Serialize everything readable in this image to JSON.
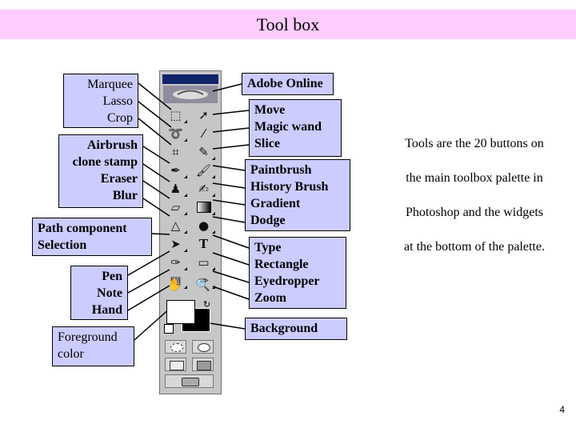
{
  "title": "Tool box",
  "left_labels": {
    "marquee_group": [
      "Marquee",
      "Lasso",
      "Crop"
    ],
    "airbrush_group": [
      "Airbrush",
      "clone stamp",
      "Eraser",
      "Blur"
    ],
    "path_group": [
      "Path component",
      "Selection"
    ],
    "pen_group": [
      "Pen",
      "Note",
      "Hand"
    ],
    "foreground_group": [
      "Foreground",
      "color"
    ]
  },
  "right_labels": {
    "adobe_online": "Adobe Online",
    "move_group": [
      "Move",
      "Magic wand",
      "Slice"
    ],
    "paintbrush_group": [
      "Paintbrush",
      "History Brush",
      "Gradient",
      "Dodge"
    ],
    "type_group": [
      "Type",
      "Rectangle",
      "Eyedropper",
      "Zoom"
    ],
    "background": "Background"
  },
  "description": [
    "Tools are the 20 buttons on",
    "the main toolbox palette in",
    "Photoshop and the widgets",
    "at the bottom of the palette."
  ],
  "page_number": "4",
  "colors": {
    "title_bg": "#ffccff",
    "label_bg": "#ccccff",
    "toolbox_bg": "#c6c6c6",
    "toolbox_titlebar": "#10246a"
  },
  "tool_icons": [
    "marquee-icon",
    "move-icon",
    "lasso-icon",
    "magic-wand-icon",
    "crop-icon",
    "slice-icon",
    "airbrush-icon",
    "paintbrush-icon",
    "clone-stamp-icon",
    "history-brush-icon",
    "eraser-icon",
    "gradient-icon",
    "blur-icon",
    "dodge-icon",
    "path-selection-icon",
    "type-icon",
    "pen-icon",
    "rectangle-icon",
    "notes-icon",
    "eyedropper-icon",
    "hand-icon",
    "zoom-icon"
  ]
}
